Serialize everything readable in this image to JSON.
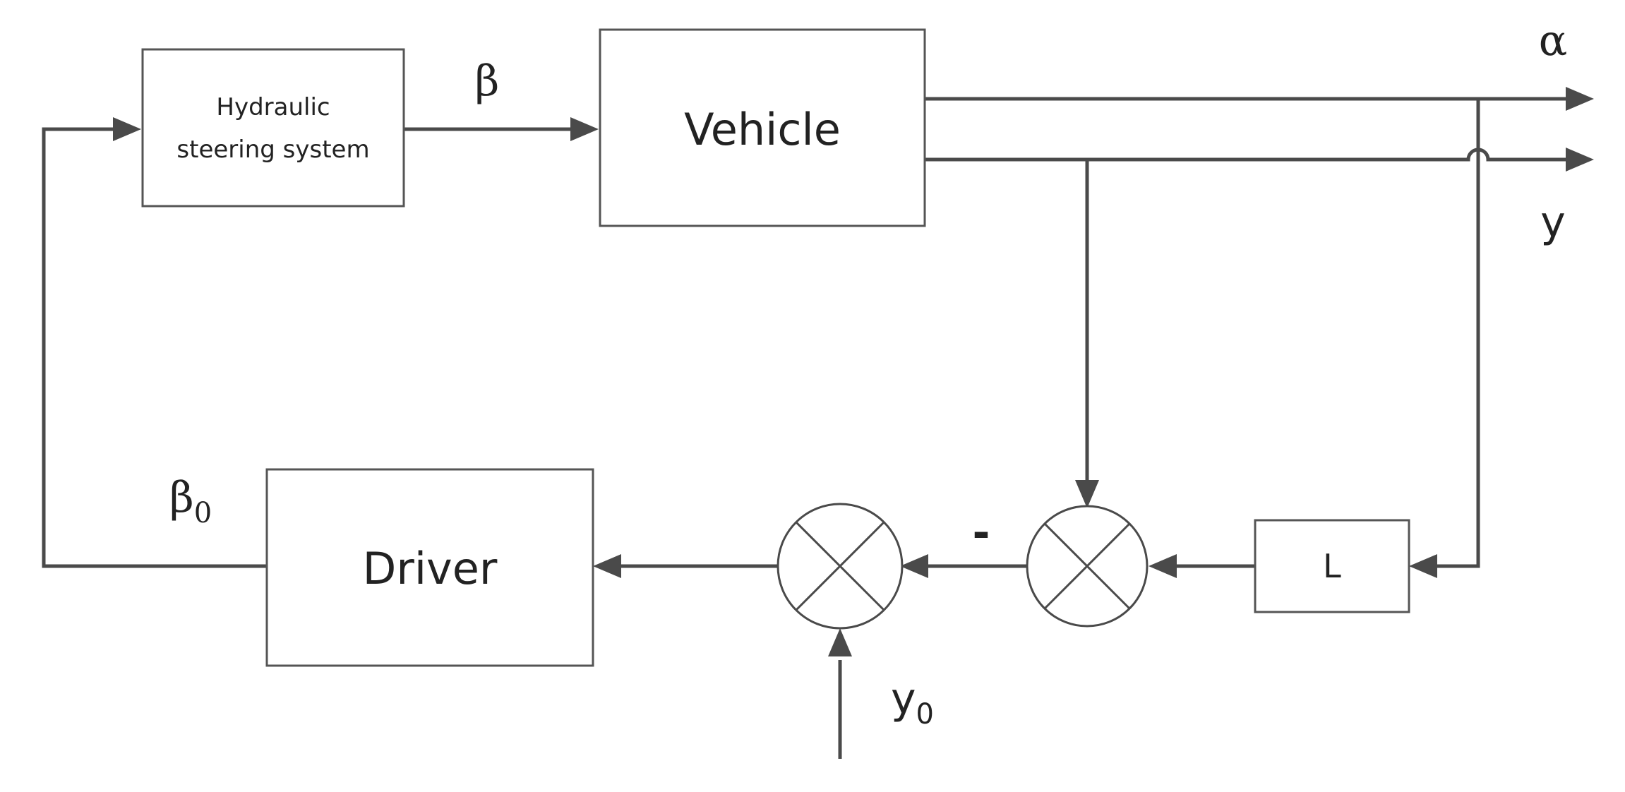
{
  "blocks": {
    "hydraulic": [
      "Hydraulic",
      "steering system"
    ],
    "vehicle": "Vehicle",
    "driver": "Driver",
    "gain": "L"
  },
  "signals": {
    "beta": "β",
    "beta0": {
      "base": "β",
      "sub": "0"
    },
    "alpha": "α",
    "y": "y",
    "y0": {
      "base": "y",
      "sub": "0"
    },
    "minus": "-"
  },
  "colors": {
    "line": "#4a4a4a",
    "block_border": "#555555",
    "text": "#222222"
  }
}
